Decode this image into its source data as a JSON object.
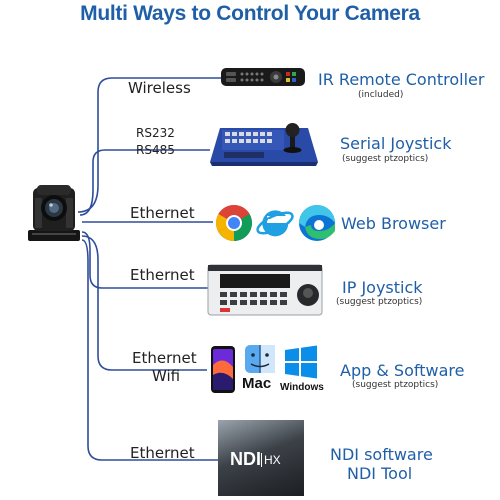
{
  "title": "Multi Ways to Control Your Camera",
  "colors": {
    "title": "#1f5fa8",
    "line": "#2e4d9c",
    "device_title": "#1f5fa8"
  },
  "connections": [
    {
      "labels": [
        "Wireless"
      ],
      "device": "IR Remote Controller",
      "note": "(included)",
      "icon": "ir-remote-icon"
    },
    {
      "labels": [
        "RS232",
        "RS485"
      ],
      "device": "Serial Joystick",
      "note": "(suggest ptzoptics)",
      "icon": "serial-joystick-icon"
    },
    {
      "labels": [
        "Ethernet"
      ],
      "device": "Web Browser",
      "note": "",
      "icon": "browser-icons"
    },
    {
      "labels": [
        "Ethernet"
      ],
      "device": "IP Joystick",
      "note": "(suggest ptzoptics)",
      "icon": "ip-joystick-icon"
    },
    {
      "labels": [
        "Ethernet",
        "Wifi"
      ],
      "device": "App & Software",
      "note": "(suggest ptzoptics)",
      "icon": "app-platform-icons"
    },
    {
      "labels": [
        "Ethernet"
      ],
      "device": "NDI software",
      "device_line2": "NDI Tool",
      "note": "",
      "icon": "ndi-hx-logo"
    }
  ],
  "app_icons": {
    "mac_label": "Mac",
    "windows_label": "Windows"
  },
  "ndi_logo": {
    "main": "NDI",
    "suffix": "HX"
  }
}
